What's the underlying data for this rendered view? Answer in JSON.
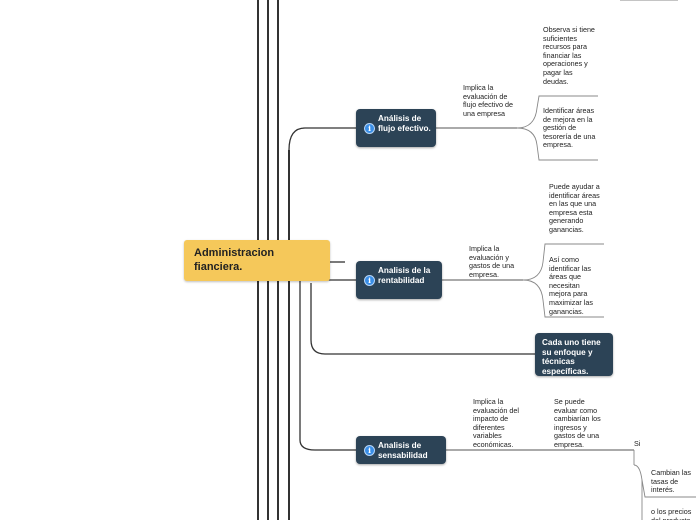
{
  "root": {
    "title": "Administracion fianciera."
  },
  "branches": {
    "flujo": {
      "title": "Análisis de flujo efectivo.",
      "note": "Implica la evaluación de flujo efectivo de una empresa",
      "children": [
        "Observa si tiene suficientes recursos para financiar las operaciones y pagar las deudas.",
        "Identificar áreas de mejora en la gestión de tesorería  de una empresa."
      ]
    },
    "rentabilidad": {
      "title": "Analisis de la rentabilidad",
      "note": "Implica la evaluación y gastos de una empresa.",
      "children": [
        "Puede ayudar a identificar áreas en las que una empresa esta generando ganancias.",
        "Así como identificar las áreas que necesitan mejora para maximizar las ganancias."
      ]
    },
    "enfoque": {
      "title": "Cada uno tiene su enfoque y técnicas específicas."
    },
    "sensibilidad": {
      "title": "Analisis de sensabilidad",
      "note": "Implica la evaluación del impacto de diferentes variables económicas.",
      "child": "Se puede evaluar como cambiarían los ingresos y gastos de una empresa.",
      "si_label": "Si",
      "sub": [
        "Cambian las tasas de interés.",
        "o los precios del producto"
      ]
    }
  },
  "colors": {
    "root_fill": "#f5c85a",
    "topic_fill": "#2c4356",
    "info_icon": "#3a8ee6",
    "line": "#333333",
    "thin_line": "#9a9a9a"
  }
}
